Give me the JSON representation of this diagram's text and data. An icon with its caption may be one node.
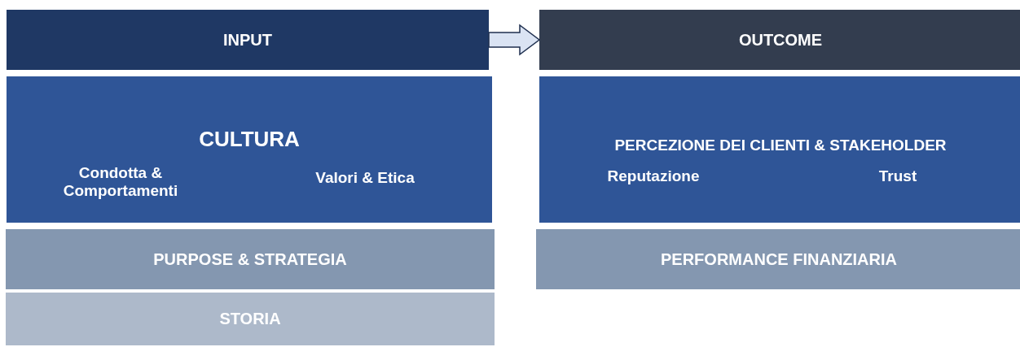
{
  "diagram": {
    "nodes": [
      {
        "text": [
          "INPUT"
        ]
      },
      {
        "text": [
          "OUTCOME"
        ]
      },
      {
        "text": [
          "CULTURA",
          "Condotta & Comportamenti",
          "Valori & Etica"
        ]
      },
      {
        "text": [
          "PERCEZIONE DEI CLIENTI & STAKEHOLDER",
          "Reputazione",
          "Trust"
        ]
      },
      {
        "text": [
          "PURPOSE & STRATEGIA"
        ]
      },
      {
        "text": [
          "PERFORMANCE FINANZIARIA"
        ]
      },
      {
        "text": [
          "STORIA"
        ]
      }
    ],
    "edges": [
      {
        "from": 0,
        "to": 1,
        "arrow": "to"
      }
    ]
  }
}
